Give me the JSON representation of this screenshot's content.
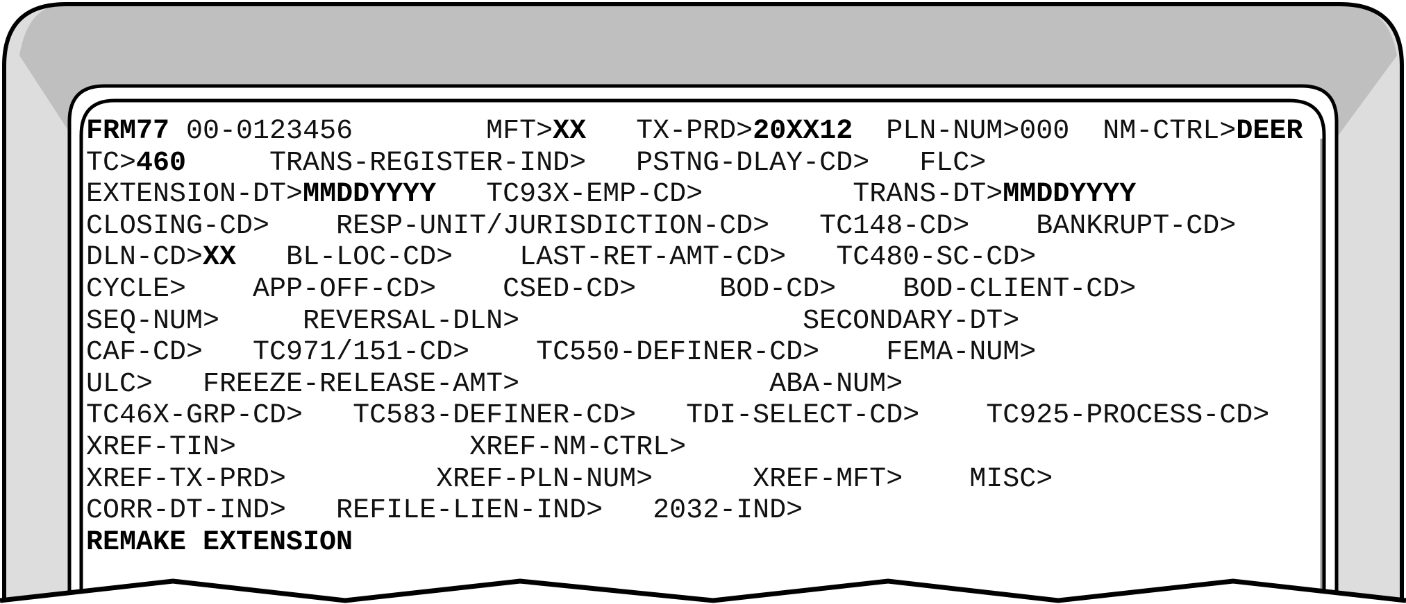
{
  "screen": {
    "form_id": "FRM77",
    "rows": [
      [
        {
          "text": "FRM77",
          "bold": true
        },
        {
          "text": " 00-0123456        "
        },
        {
          "text": "MFT>"
        },
        {
          "text": "XX",
          "bold": true
        },
        {
          "text": "   TX-PRD>"
        },
        {
          "text": "20XX12",
          "bold": true
        },
        {
          "text": "  PLN-NUM>000  NM-CTRL>"
        },
        {
          "text": "DEER",
          "bold": true
        }
      ],
      [
        {
          "text": "TC>"
        },
        {
          "text": "460",
          "bold": true
        },
        {
          "text": "     TRANS-REGISTER-IND>   PSTNG-DLAY-CD>   FLC>"
        }
      ],
      [
        {
          "text": "EXTENSION-DT>"
        },
        {
          "text": "MMDDYYYY",
          "bold": true
        },
        {
          "text": "   TC93X-EMP-CD>         TRANS-DT>"
        },
        {
          "text": "MMDDYYYY",
          "bold": true
        }
      ],
      [
        {
          "text": "CLOSING-CD>    RESP-UNIT/JURISDICTION-CD>   TC148-CD>    BANKRUPT-CD>"
        }
      ],
      [
        {
          "text": "DLN-CD>"
        },
        {
          "text": "XX",
          "bold": true
        },
        {
          "text": "   BL-LOC-CD>    LAST-RET-AMT-CD>   TC480-SC-CD>"
        }
      ],
      [
        {
          "text": "CYCLE>    APP-OFF-CD>    CSED-CD>     BOD-CD>    BOD-CLIENT-CD>"
        }
      ],
      [
        {
          "text": "SEQ-NUM>     REVERSAL-DLN>                 SECONDARY-DT>"
        }
      ],
      [
        {
          "text": "CAF-CD>   TC971/151-CD>    TC550-DEFINER-CD>    FEMA-NUM>"
        }
      ],
      [
        {
          "text": "ULC>   FREEZE-RELEASE-AMT>               ABA-NUM>"
        }
      ],
      [
        {
          "text": "TC46X-GRP-CD>   TC583-DEFINER-CD>   TDI-SELECT-CD>    TC925-PROCESS-CD>"
        }
      ],
      [
        {
          "text": "XREF-TIN>              XREF-NM-CTRL>"
        }
      ],
      [
        {
          "text": "XREF-TX-PRD>         XREF-PLN-NUM>      XREF-MFT>    MISC>"
        }
      ],
      [
        {
          "text": "CORR-DT-IND>   REFILE-LIEN-IND>   2032-IND>"
        }
      ],
      [
        {
          "text": "REMAKE EXTENSION",
          "bold": true
        }
      ]
    ]
  },
  "colors": {
    "bezel_top": "#bfbfbf",
    "bezel_side": "#dddddd",
    "outline": "#000000",
    "screen_bg": "#ffffff"
  }
}
